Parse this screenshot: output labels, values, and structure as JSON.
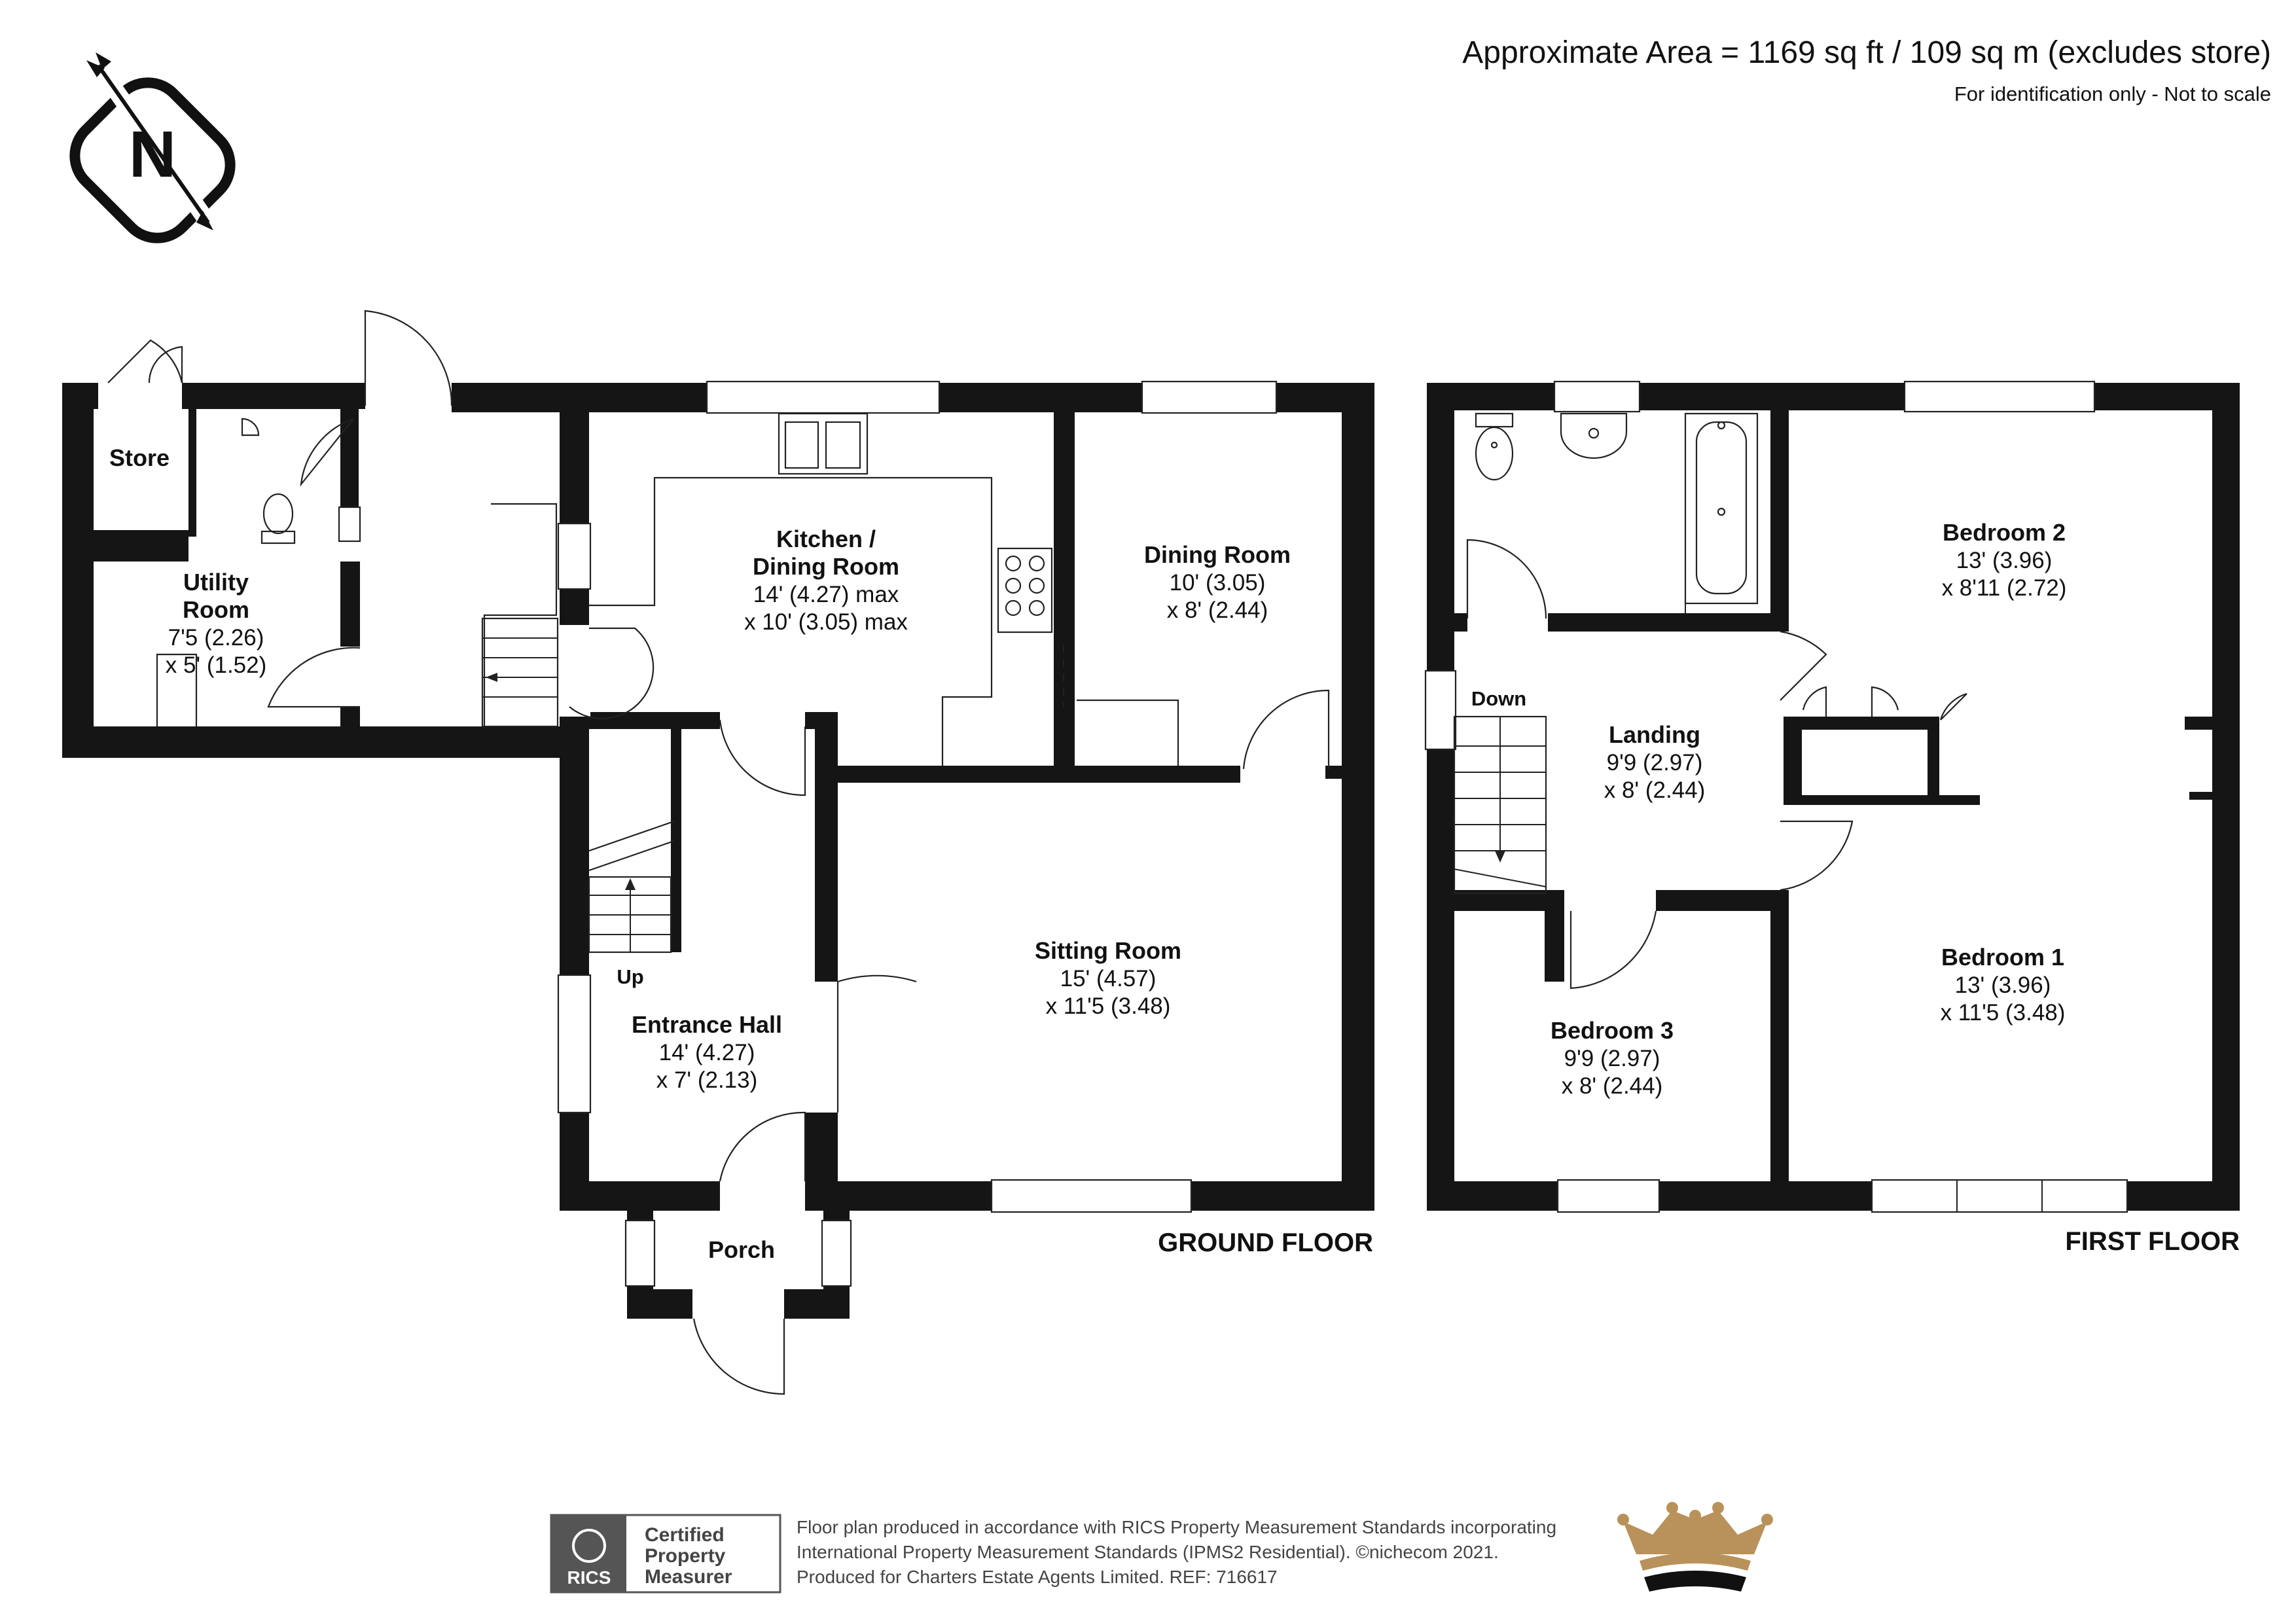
{
  "header": {
    "area": "Approximate Area = 1169 sq ft / 109 sq m (excludes store)",
    "note": "For identification only - Not to scale"
  },
  "compass": {
    "letter": "N",
    "icon": "north-arrow-icon"
  },
  "ground_floor": {
    "label": "GROUND FLOOR",
    "rooms": {
      "store": {
        "name": "Store"
      },
      "utility": {
        "name1": "Utility",
        "name2": "Room",
        "dim1": "7'5 (2.26)",
        "dim2": "x 5' (1.52)"
      },
      "kitchen": {
        "name1": "Kitchen /",
        "name2": "Dining Room",
        "dim1": "14' (4.27) max",
        "dim2": "x 10' (3.05) max"
      },
      "dining": {
        "name": "Dining Room",
        "dim1": "10' (3.05)",
        "dim2": "x 8' (2.44)"
      },
      "sitting": {
        "name": "Sitting Room",
        "dim1": "15' (4.57)",
        "dim2": "x 11'5 (3.48)"
      },
      "hall": {
        "name": "Entrance Hall",
        "dim1": "14' (4.27)",
        "dim2": "x 7' (2.13)"
      },
      "porch": {
        "name": "Porch"
      }
    },
    "stairs_label": "Up"
  },
  "first_floor": {
    "label": "FIRST FLOOR",
    "rooms": {
      "bed2": {
        "name": "Bedroom 2",
        "dim1": "13' (3.96)",
        "dim2": "x 8'11 (2.72)"
      },
      "landing": {
        "name": "Landing",
        "dim1": "9'9 (2.97)",
        "dim2": "x 8' (2.44)"
      },
      "bed1": {
        "name": "Bedroom 1",
        "dim1": "13' (3.96)",
        "dim2": "x 11'5 (3.48)"
      },
      "bed3": {
        "name": "Bedroom 3",
        "dim1": "9'9 (2.97)",
        "dim2": "x 8' (2.44)"
      }
    },
    "stairs_label": "Down"
  },
  "footer": {
    "badge_text": "RICS",
    "badge_line1": "Certified",
    "badge_line2": "Property",
    "badge_line3": "Measurer",
    "line1": "Floor plan produced in accordance with RICS Property Measurement Standards incorporating",
    "line2": "International Property Measurement Standards (IPMS2 Residential).  ©nichecom 2021.",
    "line3": "Produced for Charters Estate Agents Limited.   REF:  716617",
    "logo_icon": "crown-logo-icon"
  },
  "colors": {
    "wall": "#151515",
    "gold": "#b8925a",
    "badge": "#555555"
  }
}
